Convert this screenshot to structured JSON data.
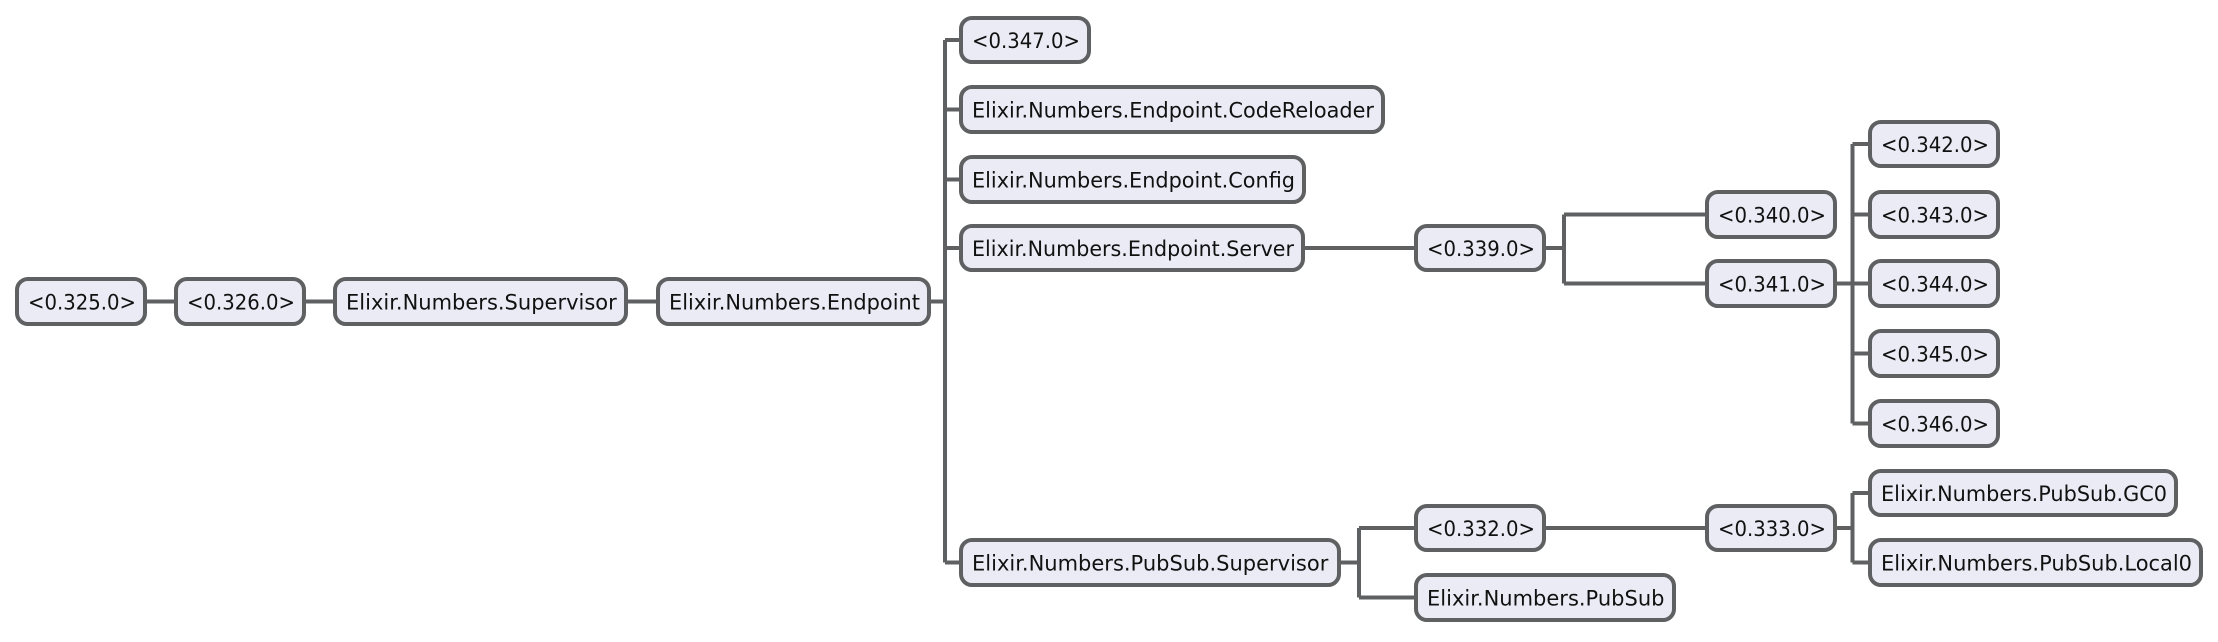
{
  "nodes": {
    "n325": "<0.325.0>",
    "n326": "<0.326.0>",
    "numbers_supervisor": "Elixir.Numbers.Supervisor",
    "endpoint": "Elixir.Numbers.Endpoint",
    "n347": "<0.347.0>",
    "code_reloader": "Elixir.Numbers.Endpoint.CodeReloader",
    "endpoint_config": "Elixir.Numbers.Endpoint.Config",
    "endpoint_server": "Elixir.Numbers.Endpoint.Server",
    "n339": "<0.339.0>",
    "n340": "<0.340.0>",
    "n341": "<0.341.0>",
    "n342": "<0.342.0>",
    "n343": "<0.343.0>",
    "n344": "<0.344.0>",
    "n345": "<0.345.0>",
    "n346": "<0.346.0>",
    "pubsub_supervisor": "Elixir.Numbers.PubSub.Supervisor",
    "n332": "<0.332.0>",
    "pubsub": "Elixir.Numbers.PubSub",
    "n333": "<0.333.0>",
    "pubsub_gc0": "Elixir.Numbers.PubSub.GC0",
    "pubsub_local0": "Elixir.Numbers.PubSub.Local0"
  },
  "edges": [
    [
      "n325",
      "n326"
    ],
    [
      "n326",
      "numbers_supervisor"
    ],
    [
      "numbers_supervisor",
      "endpoint"
    ],
    [
      "endpoint",
      "n347"
    ],
    [
      "endpoint",
      "code_reloader"
    ],
    [
      "endpoint",
      "endpoint_config"
    ],
    [
      "endpoint",
      "endpoint_server"
    ],
    [
      "endpoint",
      "pubsub_supervisor"
    ],
    [
      "endpoint_server",
      "n339"
    ],
    [
      "n339",
      "n340"
    ],
    [
      "n339",
      "n341"
    ],
    [
      "n341",
      "n342"
    ],
    [
      "n341",
      "n343"
    ],
    [
      "n341",
      "n344"
    ],
    [
      "n341",
      "n345"
    ],
    [
      "n341",
      "n346"
    ],
    [
      "pubsub_supervisor",
      "n332"
    ],
    [
      "pubsub_supervisor",
      "pubsub"
    ],
    [
      "n332",
      "n333"
    ],
    [
      "n333",
      "pubsub_gc0"
    ],
    [
      "n333",
      "pubsub_local0"
    ]
  ]
}
